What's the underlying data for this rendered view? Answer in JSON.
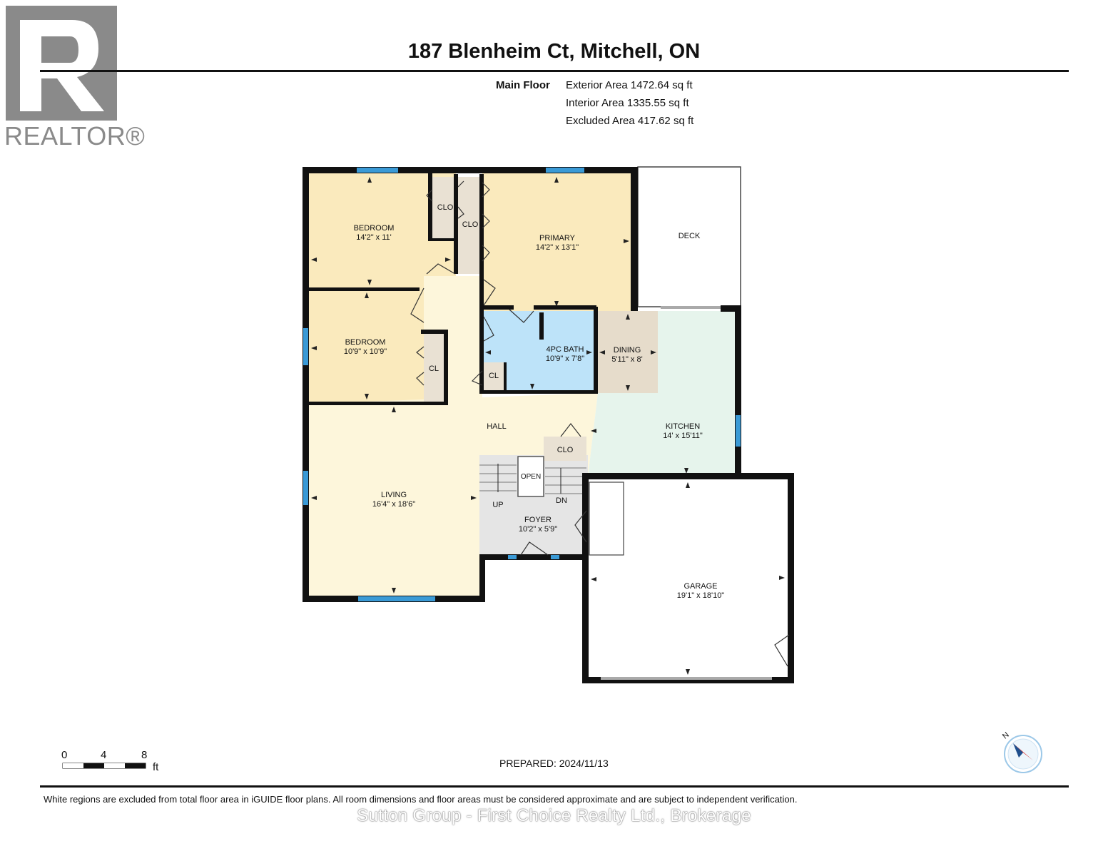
{
  "logo": {
    "name": "REALTOR®",
    "icon": "realtor-r-logo"
  },
  "title": "187 Blenheim Ct, Mitchell, ON",
  "floor": {
    "name": "Main Floor",
    "areas": [
      "Exterior Area 1472.64 sq ft",
      "Interior Area 1335.55 sq ft",
      "Excluded Area 417.62 sq ft"
    ]
  },
  "rooms": {
    "bedroom1": {
      "name": "BEDROOM",
      "dims": "14'2\" x 11'"
    },
    "primary": {
      "name": "PRIMARY",
      "dims": "14'2\" x 13'1\""
    },
    "deck": {
      "name": "DECK"
    },
    "bedroom2": {
      "name": "BEDROOM",
      "dims": "10'9\" x 10'9\""
    },
    "bath": {
      "name": "4PC BATH",
      "dims": "10'9\" x 7'8\""
    },
    "dining": {
      "name": "DINING",
      "dims": "5'11\" x 8'"
    },
    "hall": {
      "name": "HALL"
    },
    "kitchen": {
      "name": "KITCHEN",
      "dims": "14' x 15'11\""
    },
    "living": {
      "name": "LIVING",
      "dims": "16'4\" x 18'6\""
    },
    "foyer": {
      "name": "FOYER",
      "dims": "10'2\" x 5'9\""
    },
    "garage": {
      "name": "GARAGE",
      "dims": "19'1\" x 18'10\""
    }
  },
  "closets": {
    "clo": "CLO",
    "cl": "CL"
  },
  "stairs": {
    "up": "UP",
    "dn": "DN",
    "open": "OPEN"
  },
  "scale": {
    "zero": "0",
    "four": "4",
    "eight": "8",
    "unit": "ft"
  },
  "compass": {
    "north": "N",
    "icon": "compass-icon"
  },
  "prepared": "PREPARED: 2024/11/13",
  "disclaimer": "White regions are excluded from total floor area in iGUIDE floor plans. All room dimensions and floor areas must be considered approximate and are subject to independent verification.",
  "brokerage": "Sutton Group - First Choice Realty Ltd., Brokerage",
  "colors": {
    "bedroom": "#faeabd",
    "hall": "#fdf6db",
    "bath": "#bde3f9",
    "kitchen": "#e6f4ec",
    "dining": "#e6dccb",
    "foyer": "#e5e5e5",
    "closet": "#e9e1d3",
    "window": "#3a9ad6",
    "wall": "#111111"
  }
}
